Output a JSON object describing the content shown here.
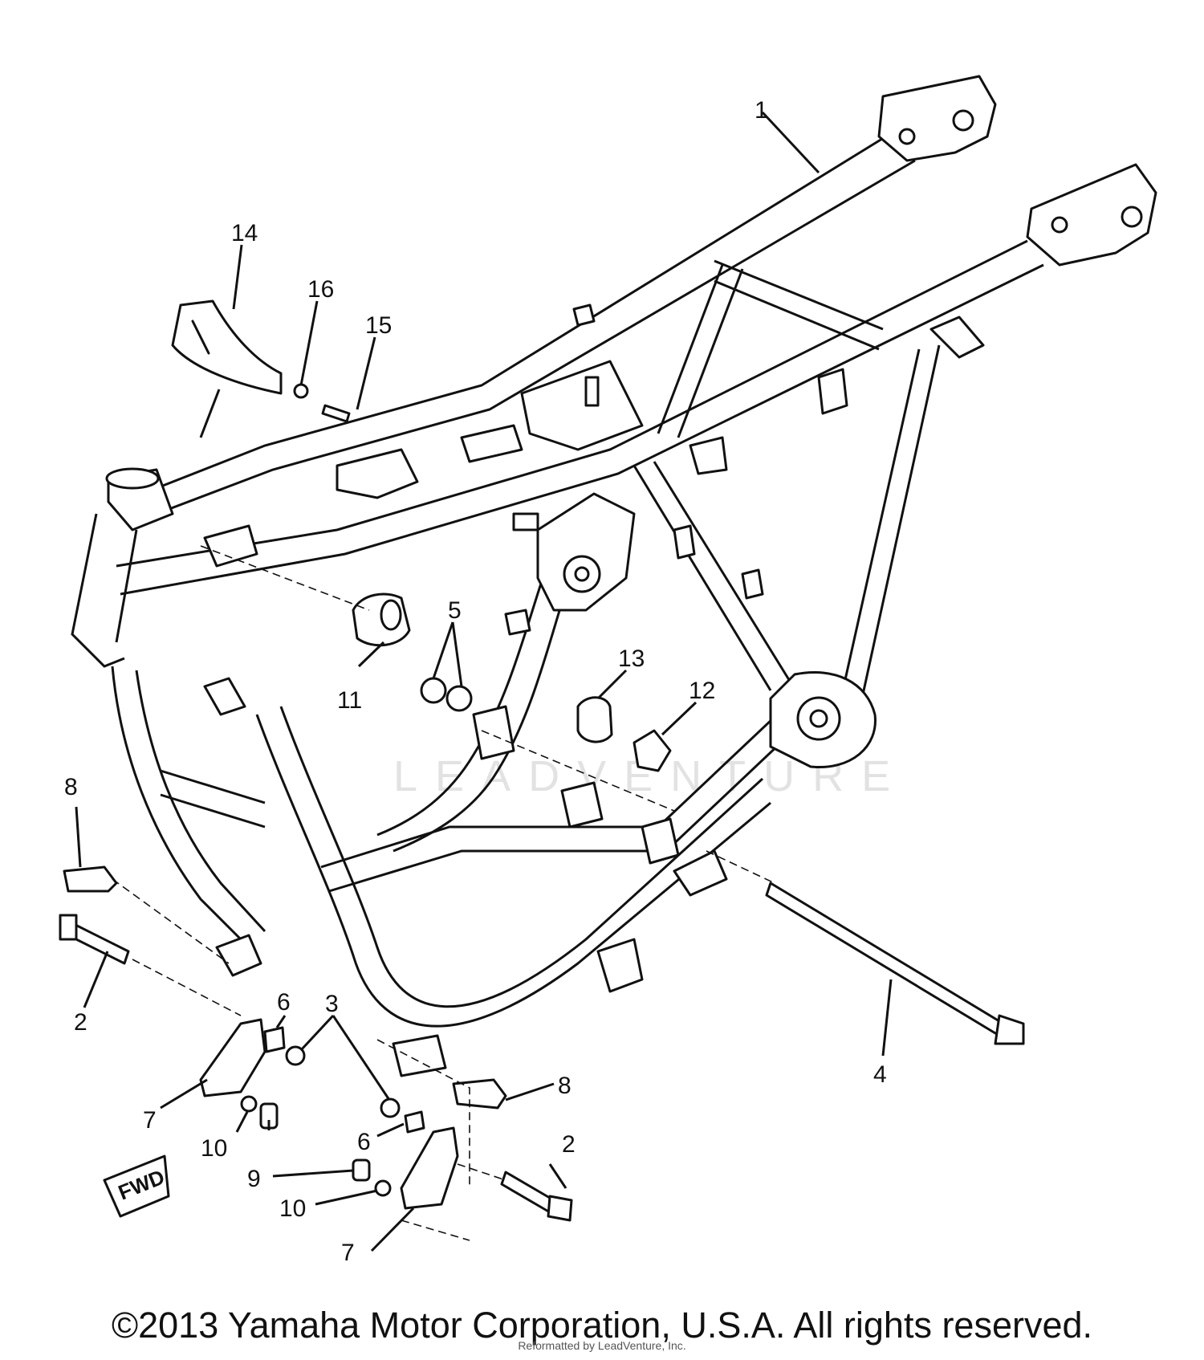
{
  "diagram": {
    "callouts": {
      "c1": "1",
      "c2a": "2",
      "c2b": "2",
      "c3": "3",
      "c4": "4",
      "c5": "5",
      "c6a": "6",
      "c6b": "6",
      "c7a": "7",
      "c7b": "7",
      "c8a": "8",
      "c8b": "8",
      "c9": "9",
      "c10a": "10",
      "c10b": "10",
      "c11": "11",
      "c12": "12",
      "c13": "13",
      "c14": "14",
      "c15": "15",
      "c16": "16"
    },
    "fwd_label": "FWD",
    "watermark": "LEADVENTURE"
  },
  "footer": {
    "copyright": "©2013 Yamaha Motor Corporation, U.S.A. All rights reserved.",
    "reseller": "Reformatted by LeadVenture, Inc."
  },
  "colors": {
    "ink": "#111111",
    "paper": "#ffffff",
    "watermark": "#e2e2e2"
  }
}
